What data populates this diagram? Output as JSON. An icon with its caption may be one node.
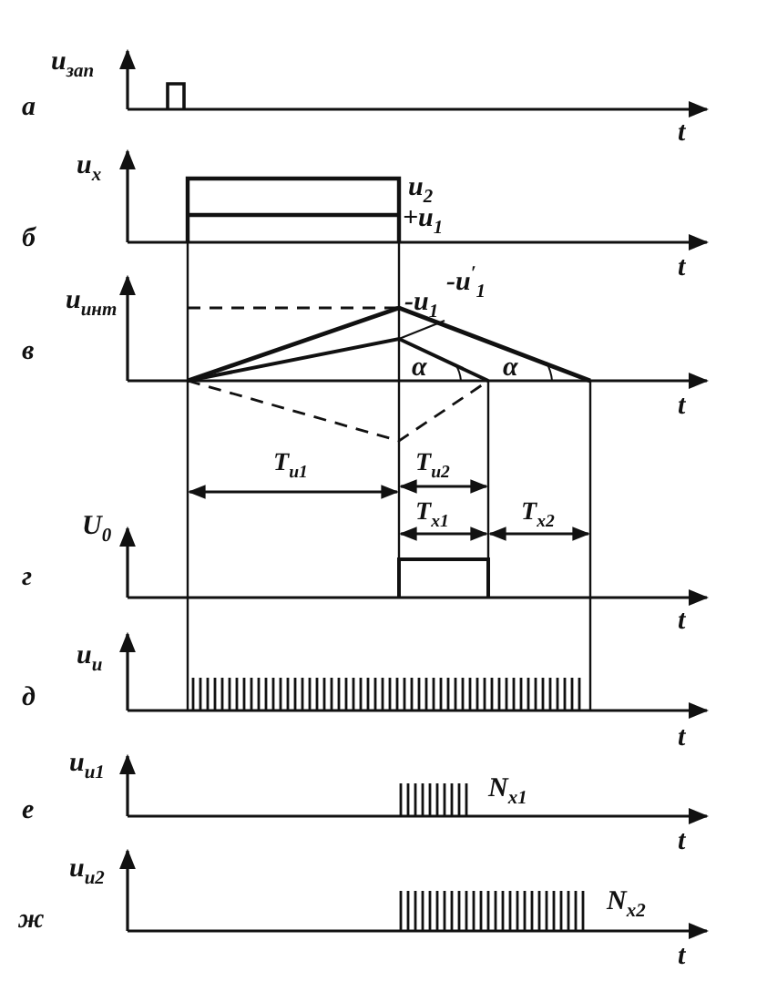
{
  "diagram": {
    "labels": [
      "u$_{зап}$",
      "а",
      "t",
      "u$_{x}$",
      "u$_{2}$",
      "б",
      "+u$_{1}$",
      "t",
      "u$_{инт}$",
      "-u$_{1}$",
      "-u$^{′}$$_{1}$",
      "в",
      "α",
      "α",
      "t",
      "T$_{и1}$",
      "T$_{и2}$",
      "T$_{x1}$",
      "T$_{x2}$",
      "U$_{0}$",
      "г",
      "t",
      "u$_{и}$",
      "д",
      "t",
      "u$_{и1}$",
      "е",
      "N$_{x1}$",
      "t",
      "u$_{и2}$",
      "ж",
      "N$_{x2}$",
      "t"
    ]
  }
}
